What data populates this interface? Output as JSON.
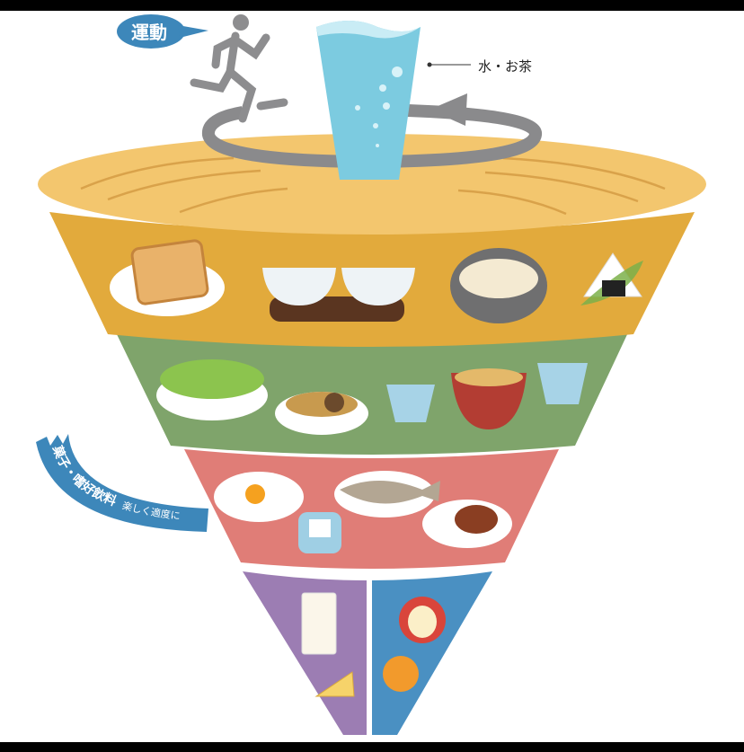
{
  "labels": {
    "exercise": "運動",
    "water_tea": "水・お茶",
    "snacks": "菓子・嗜好飲料",
    "snacks_note": "楽しく適度に"
  },
  "colors": {
    "top_disc": "#f3c66e",
    "grains": "#e2aa3c",
    "vegetables": "#7fa46b",
    "main_dishes": "#e07d77",
    "milk": "#9c7db3",
    "fruit": "#4a90c2",
    "water": "#7ccbe0",
    "ribbon": "#3d87ba",
    "arrow": "#8a8a8c"
  }
}
